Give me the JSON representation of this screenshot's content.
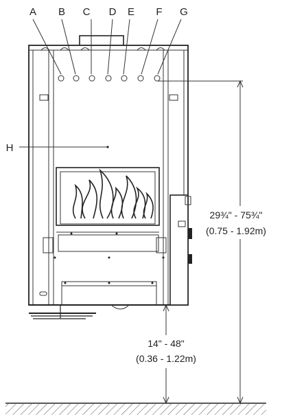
{
  "callouts": [
    "A",
    "B",
    "C",
    "D",
    "E",
    "F",
    "G"
  ],
  "label_h": "H",
  "dim_upper": {
    "line1": "29¾\" - 75¾\"",
    "line2": "(0.75 - 1.92m)"
  },
  "dim_lower": {
    "line1": "14\" - 48\"",
    "line2": "(0.36 - 1.22m)"
  }
}
